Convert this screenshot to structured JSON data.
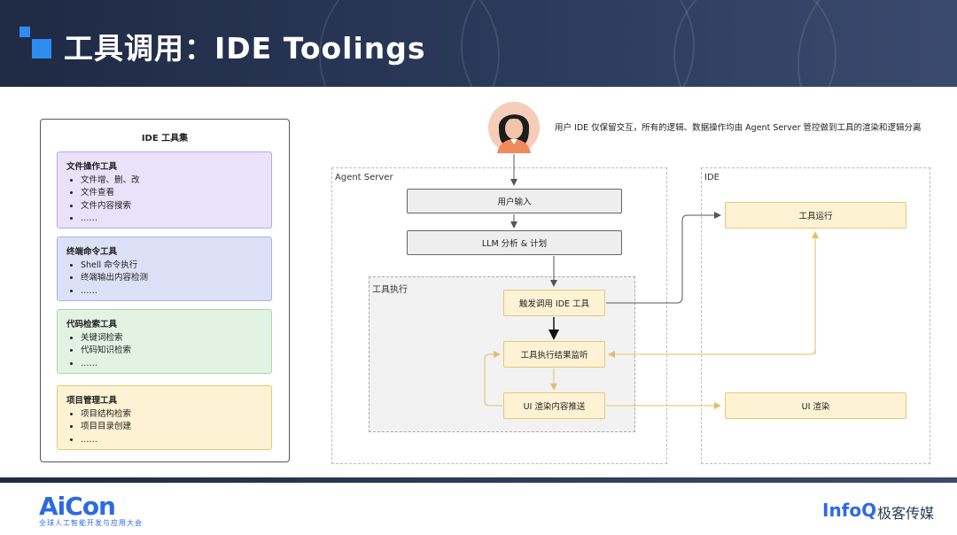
{
  "header": {
    "title": "工具调用：IDE Toolings",
    "accent_color": "#2d8cf0"
  },
  "toolset": {
    "title": "IDE 工具集",
    "groups": [
      {
        "title": "文件操作工具",
        "color": "#e9e2fb",
        "border": "#b9a6ec",
        "items": [
          "文件增、删、改",
          "文件查看",
          "文件内容搜索",
          "……"
        ]
      },
      {
        "title": "终端命令工具",
        "color": "#dde1f7",
        "border": "#a8b1e3",
        "items": [
          "Shell 命令执行",
          "终端输出内容检测",
          "……"
        ]
      },
      {
        "title": "代码检索工具",
        "color": "#e3f3e3",
        "border": "#a9d6a9",
        "items": [
          "关键词检索",
          "代码知识检索",
          "……"
        ]
      },
      {
        "title": "项目管理工具",
        "color": "#fdf3d4",
        "border": "#e6c873",
        "items": [
          "项目结构检索",
          "项目目录创建",
          "……"
        ]
      }
    ]
  },
  "note": "用户 IDE 仅保留交互，所有的逻辑、数据操作均由 Agent Server 管控做到工具的渲染和逻辑分离",
  "agent_server": {
    "label": "Agent Server",
    "nodes": {
      "input": "用户输入",
      "plan": "LLM 分析 & 计划"
    },
    "exec": {
      "label": "工具执行",
      "trigger": "触发调用 IDE 工具",
      "monitor": "工具执行结果监听",
      "push": "UI 渲染内容推送"
    }
  },
  "ide": {
    "label": "IDE",
    "run": "工具运行",
    "render": "UI 渲染"
  },
  "footer": {
    "aicon": "AiCon",
    "aicon_sub": "全球人工智能开发与应用大会",
    "infoq": "InfoQ",
    "geek": "极客传媒"
  },
  "colors": {
    "arrow_dark": "#555555",
    "arrow_gold": "#e2bf68"
  }
}
